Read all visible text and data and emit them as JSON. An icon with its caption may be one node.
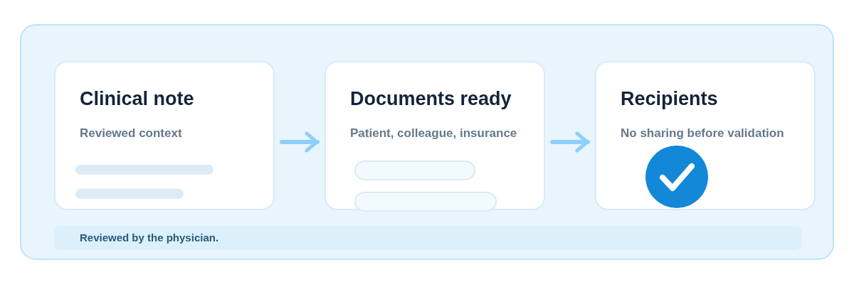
{
  "diagram": {
    "nodes": [
      {
        "text": [
          "Clinical note",
          "Reviewed context"
        ]
      },
      {
        "text": [
          "Documents ready",
          "Patient, colleague, insurance"
        ]
      },
      {
        "text": [
          "Recipients",
          "No sharing before validation"
        ]
      },
      {
        "text": [
          "Reviewed by the physician."
        ]
      }
    ],
    "edges": [
      {
        "from": 0,
        "to": 1,
        "arrow": "to"
      },
      {
        "from": 1,
        "to": 2,
        "arrow": "to"
      }
    ]
  }
}
